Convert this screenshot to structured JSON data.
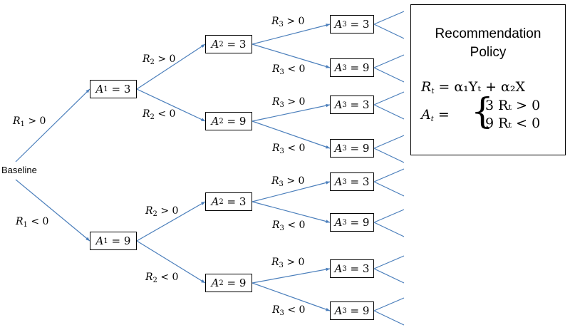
{
  "root": {
    "label": "Baseline"
  },
  "level1": [
    {
      "edge_var": "R",
      "edge_sub": "1",
      "edge_rel": "> 0",
      "node_var": "A",
      "node_sub": "1",
      "node_val": "= 3"
    },
    {
      "edge_var": "R",
      "edge_sub": "1",
      "edge_rel": "< 0",
      "node_var": "A",
      "node_sub": "1",
      "node_val": "= 9"
    }
  ],
  "level2": [
    {
      "edge_var": "R",
      "edge_sub": "2",
      "edge_rel": "> 0",
      "node_var": "A",
      "node_sub": "2",
      "node_val": "= 3"
    },
    {
      "edge_var": "R",
      "edge_sub": "2",
      "edge_rel": "< 0",
      "node_var": "A",
      "node_sub": "2",
      "node_val": "= 9"
    },
    {
      "edge_var": "R",
      "edge_sub": "2",
      "edge_rel": "> 0",
      "node_var": "A",
      "node_sub": "2",
      "node_val": "= 3"
    },
    {
      "edge_var": "R",
      "edge_sub": "2",
      "edge_rel": "< 0",
      "node_var": "A",
      "node_sub": "2",
      "node_val": "= 9"
    }
  ],
  "level3": [
    {
      "edge_var": "R",
      "edge_sub": "3",
      "edge_rel": "> 0",
      "node_var": "A",
      "node_sub": "3",
      "node_val": "= 3"
    },
    {
      "edge_var": "R",
      "edge_sub": "3",
      "edge_rel": "< 0",
      "node_var": "A",
      "node_sub": "3",
      "node_val": "= 9"
    },
    {
      "edge_var": "R",
      "edge_sub": "3",
      "edge_rel": "> 0",
      "node_var": "A",
      "node_sub": "3",
      "node_val": "= 3"
    },
    {
      "edge_var": "R",
      "edge_sub": "3",
      "edge_rel": "< 0",
      "node_var": "A",
      "node_sub": "3",
      "node_val": "= 9"
    },
    {
      "edge_var": "R",
      "edge_sub": "3",
      "edge_rel": "> 0",
      "node_var": "A",
      "node_sub": "3",
      "node_val": "= 3"
    },
    {
      "edge_var": "R",
      "edge_sub": "3",
      "edge_rel": "< 0",
      "node_var": "A",
      "node_sub": "3",
      "node_val": "= 9"
    },
    {
      "edge_var": "R",
      "edge_sub": "3",
      "edge_rel": "> 0",
      "node_var": "A",
      "node_sub": "3",
      "node_val": "= 3"
    },
    {
      "edge_var": "R",
      "edge_sub": "3",
      "edge_rel": "< 0",
      "node_var": "A",
      "node_sub": "3",
      "node_val": "= 9"
    }
  ],
  "policy": {
    "title_line1": "Recommendation",
    "title_line2": "Policy",
    "rt_lhs": "R",
    "rt_lhs_sub": "t",
    "rt_rhs": "= α₁Yₜ + α₂X",
    "at_lhs": "A",
    "at_lhs_sub": "t",
    "at_eq": "=",
    "case1": "3   Rₜ > 0",
    "case2": "9   Rₜ < 0"
  },
  "colors": {
    "edge": "#4a7ebb",
    "box_border": "#000000"
  }
}
